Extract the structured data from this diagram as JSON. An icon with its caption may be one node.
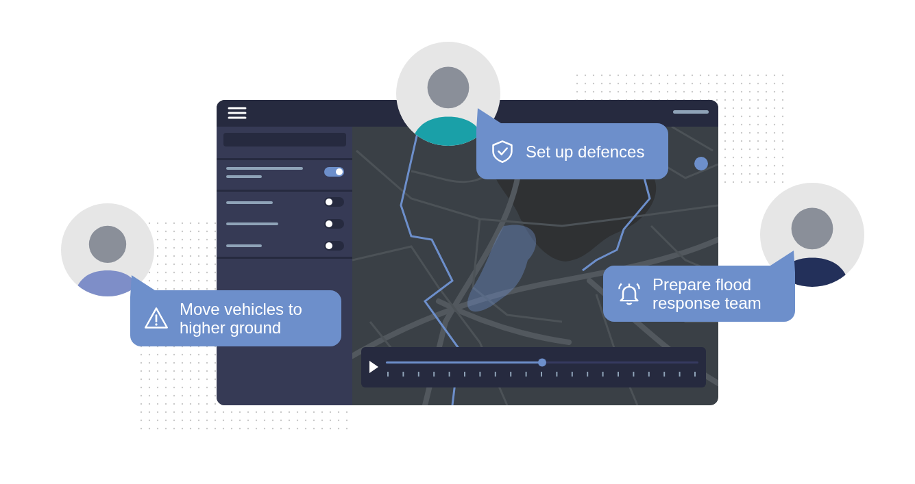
{
  "diagram": {
    "nodes": [
      {
        "text": [
          "Set up defences"
        ]
      },
      {
        "text": [
          "Prepare flood response team"
        ]
      },
      {
        "text": [
          "Move vehicles to higher ground"
        ]
      }
    ]
  }
}
